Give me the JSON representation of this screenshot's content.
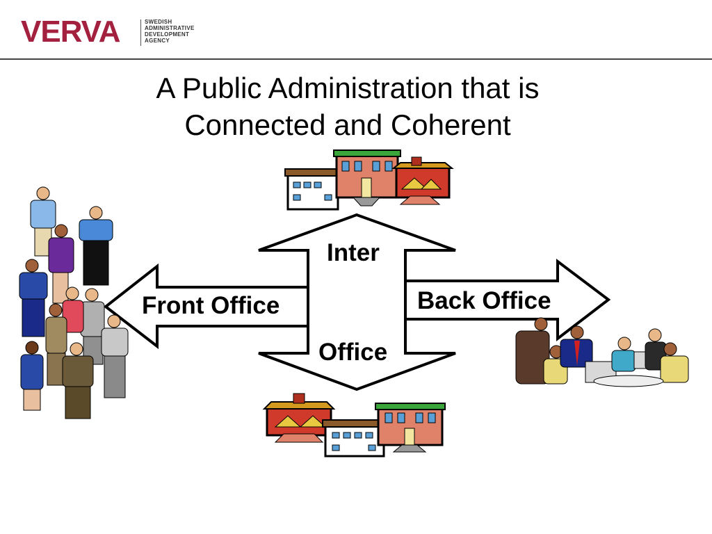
{
  "logo": {
    "wordmark": "VERVA",
    "tagline": [
      "SWEDISH",
      "ADMINISTRATIVE",
      "DEVELOPMENT",
      "AGENCY"
    ],
    "brand_color": "#a3203f"
  },
  "title": {
    "line1": "A Public Administration that is",
    "line2": "Connected and Coherent"
  },
  "diagram": {
    "center_top_label": "Inter",
    "center_bottom_label": "Office",
    "left_arrow_label": "Front Office",
    "right_arrow_label": "Back Office"
  },
  "illustrations": [
    "buildings-top-icon",
    "buildings-bottom-icon",
    "citizens-group-icon",
    "office-workers-icon"
  ]
}
